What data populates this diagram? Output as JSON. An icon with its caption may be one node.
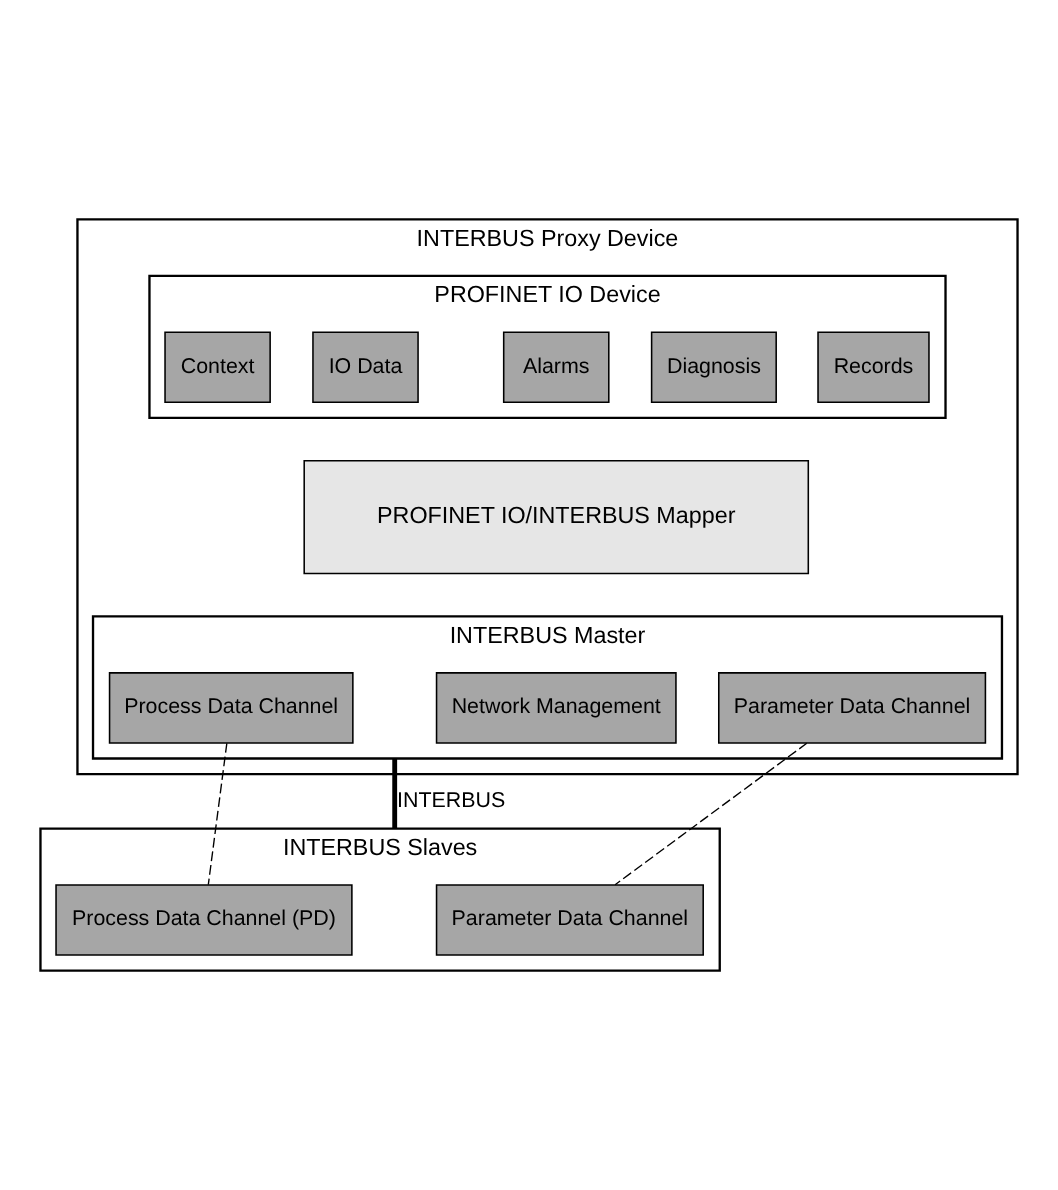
{
  "diagram": {
    "nodes": [
      {
        "text": [
          "INTERBUS Proxy Device"
        ]
      },
      {
        "text": [
          "PROFINET IO Device"
        ],
        "in": 0
      },
      {
        "text": [
          "Context"
        ],
        "in": 1
      },
      {
        "text": [
          "IO Data"
        ],
        "in": 1
      },
      {
        "text": [
          "Alarms"
        ],
        "in": 1
      },
      {
        "text": [
          "Diagnosis"
        ],
        "in": 1
      },
      {
        "text": [
          "Records"
        ],
        "in": 1
      },
      {
        "text": [
          "PROFINET IO/INTERBUS Mapper"
        ],
        "in": 0
      },
      {
        "text": [
          "INTERBUS Master"
        ],
        "in": 0
      },
      {
        "text": [
          "Process Data Channel"
        ],
        "in": 8
      },
      {
        "text": [
          "Network Management"
        ],
        "in": 8
      },
      {
        "text": [
          "Parameter Data Channel"
        ],
        "in": 8
      },
      {
        "text": [
          "INTERBUS Slaves"
        ]
      },
      {
        "text": [
          "Process Data Channel (PD)"
        ],
        "in": 12
      },
      {
        "text": [
          "Parameter Data Channel"
        ],
        "in": 12
      }
    ],
    "edges": [
      {
        "from": 9,
        "to": 13,
        "arrow": "none",
        "style": "dashed"
      },
      {
        "from": 8,
        "to": 12,
        "arrow": "none",
        "label": "INTERBUS",
        "style": "thick"
      },
      {
        "from": 11,
        "to": 14,
        "arrow": "none",
        "style": "dashed"
      }
    ]
  }
}
